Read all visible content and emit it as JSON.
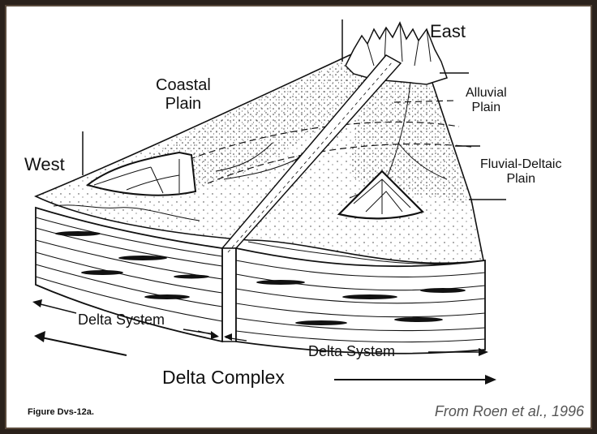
{
  "labels": {
    "east": "East",
    "west": "West",
    "coastal_plain": "Coastal\nPlain",
    "alluvial_plain": "Alluvial\nPlain",
    "fluvial_deltaic_plain": "Fluvial-Deltaic\nPlain",
    "delta_system_left": "Delta System",
    "delta_system_right": "Delta System",
    "delta_complex": "Delta Complex"
  },
  "caption": {
    "figure": "Figure Dvs-12a.",
    "source": "From Roen et al., 1996"
  },
  "colors": {
    "frame": "#2a211b",
    "background": "#ffffff",
    "ink": "#111111"
  }
}
